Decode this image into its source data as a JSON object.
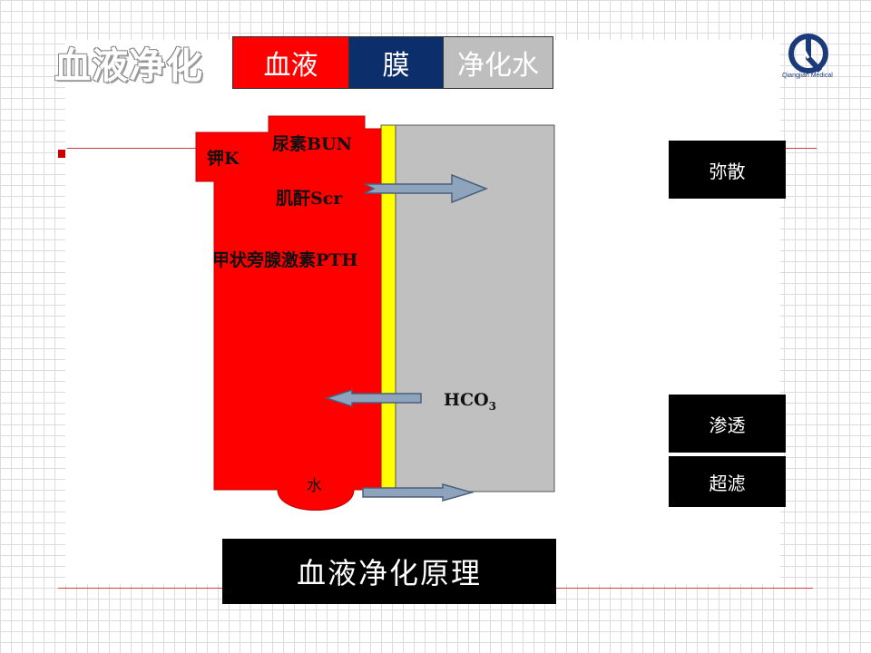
{
  "slide": {
    "title": "血液净化",
    "logo_text": "Qiangjian Medical"
  },
  "legend": {
    "blood": "血液",
    "membrane": "膜",
    "purified_water": "净化水"
  },
  "diagram": {
    "labels": {
      "potassium": "钾K",
      "urea": "尿素BUN",
      "creatinine": "肌酐Scr",
      "pth": "甲状旁腺激素PTH",
      "bicarbonate_base": "HCO",
      "bicarbonate_sub": "3",
      "water": "水"
    },
    "colors": {
      "blood": "#ff0000",
      "membrane": "#ffff00",
      "dialysate": "#c0c0c0",
      "arrow_fill": "#8ea4bd",
      "arrow_stroke": "#4a5f7a"
    }
  },
  "side_labels": {
    "diffusion": "弥散",
    "osmosis": "渗透",
    "ultrafiltration": "超滤"
  },
  "caption": "血液净化原理"
}
